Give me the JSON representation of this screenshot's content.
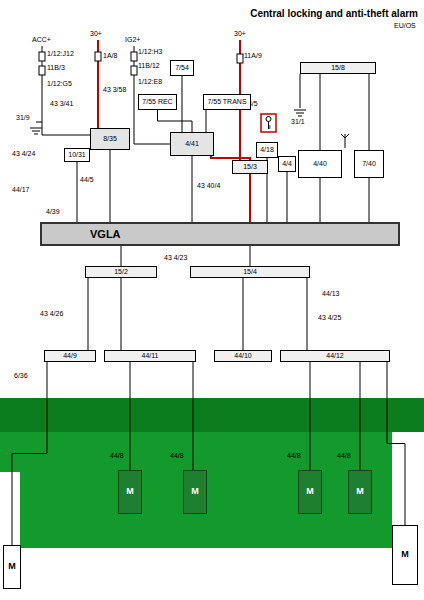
{
  "diagram": {
    "title": "Central locking and anti-theft alarm",
    "nodes": [
      {
        "text": [
          "8/35"
        ]
      },
      {
        "text": [
          "7/55 REC"
        ]
      },
      {
        "text": [
          "7/54"
        ]
      },
      {
        "text": [
          "7/55 TRANS"
        ]
      },
      {
        "text": [
          "4/41"
        ]
      },
      {
        "text": [
          "15/3"
        ]
      },
      {
        "text": [
          "4/18"
        ]
      },
      {
        "text": [
          "4/4"
        ]
      },
      {
        "text": [
          "4/40"
        ]
      },
      {
        "text": [
          "7/40"
        ]
      },
      {
        "text": [
          "10/31"
        ]
      },
      {
        "text": [
          "15/8"
        ]
      },
      {
        "text": [
          "VGLA"
        ]
      },
      {
        "text": [
          "15/2"
        ]
      },
      {
        "text": [
          "15/4"
        ]
      },
      {
        "text": [
          "44/9"
        ]
      },
      {
        "text": [
          "44/11"
        ]
      },
      {
        "text": [
          "44/10"
        ]
      },
      {
        "text": [
          "44/12"
        ]
      },
      {
        "text": [
          "M"
        ]
      },
      {
        "text": [
          "M"
        ]
      },
      {
        "text": [
          "M"
        ]
      },
      {
        "text": [
          "M"
        ]
      },
      {
        "text": [
          "M"
        ]
      },
      {
        "text": [
          "M"
        ]
      }
    ],
    "edges": [
      {
        "from": 0,
        "to": 12,
        "arrow": "none"
      },
      {
        "from": 10,
        "to": 12,
        "arrow": "none"
      },
      {
        "from": 4,
        "to": 12,
        "arrow": "none"
      },
      {
        "from": 5,
        "to": 12,
        "arrow": "none"
      },
      {
        "from": 6,
        "to": 12,
        "arrow": "none"
      },
      {
        "from": 7,
        "to": 12,
        "arrow": "none"
      },
      {
        "from": 8,
        "to": 12,
        "arrow": "none"
      },
      {
        "from": 9,
        "to": 12,
        "arrow": "none"
      },
      {
        "from": 1,
        "to": 4,
        "arrow": "none"
      },
      {
        "from": 2,
        "to": 4,
        "arrow": "none"
      },
      {
        "from": 3,
        "to": 4,
        "arrow": "none"
      },
      {
        "from": 4,
        "to": 5,
        "arrow": "none"
      },
      {
        "from": 11,
        "to": 8,
        "arrow": "none"
      },
      {
        "from": 11,
        "to": 9,
        "arrow": "none"
      },
      {
        "from": 12,
        "to": 13,
        "arrow": "none"
      },
      {
        "from": 12,
        "to": 14,
        "arrow": "none"
      },
      {
        "from": 13,
        "to": 15,
        "arrow": "none"
      },
      {
        "from": 13,
        "to": 16,
        "arrow": "none"
      },
      {
        "from": 14,
        "to": 17,
        "arrow": "none"
      },
      {
        "from": 14,
        "to": 18,
        "arrow": "none"
      },
      {
        "from": 16,
        "to": 19,
        "arrow": "none"
      },
      {
        "from": 16,
        "to": 20,
        "arrow": "none"
      },
      {
        "from": 18,
        "to": 21,
        "arrow": "none"
      },
      {
        "from": 18,
        "to": 22,
        "arrow": "none"
      },
      {
        "from": 15,
        "to": 23,
        "arrow": "none"
      },
      {
        "from": 18,
        "to": 24,
        "arrow": "none"
      }
    ],
    "labels": [
      "EU/OS",
      "ACC+",
      "30+",
      "IG2+",
      "30+",
      "1/12:J12",
      "1A/8",
      "11B/3",
      "11B/12",
      "1/12:G5",
      "1/12:H3",
      "1/12:E8",
      "11A/9",
      "43 3/58",
      "43 3/41",
      "31/9",
      "43 4/24",
      "44/17",
      "44/5",
      "44/5",
      "43 40/4",
      "31/1",
      "4/39",
      "43 4/23",
      "43 4/26",
      "44/13",
      "43 4/25",
      "6/36",
      "44/8",
      "44/8",
      "44/8",
      "44/8"
    ]
  }
}
